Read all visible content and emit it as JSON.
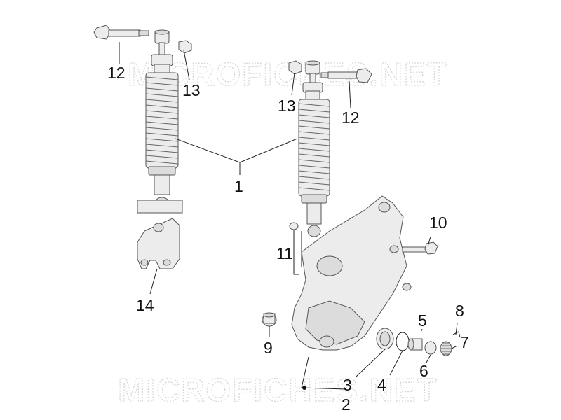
{
  "watermark": {
    "text_top": "MICROFICHES.NET",
    "text_bottom": "MICROFICHES.NET"
  },
  "callouts": [
    {
      "key": "c12a",
      "label": "12"
    },
    {
      "key": "c13a",
      "label": "13"
    },
    {
      "key": "c13b",
      "label": "13"
    },
    {
      "key": "c12b",
      "label": "12"
    },
    {
      "key": "c1",
      "label": "1"
    },
    {
      "key": "c10",
      "label": "10"
    },
    {
      "key": "c11",
      "label": "11"
    },
    {
      "key": "c14",
      "label": "14"
    },
    {
      "key": "c8",
      "label": "8"
    },
    {
      "key": "c5",
      "label": "5"
    },
    {
      "key": "c7",
      "label": "7"
    },
    {
      "key": "c9",
      "label": "9"
    },
    {
      "key": "c6",
      "label": "6"
    },
    {
      "key": "c3",
      "label": "3"
    },
    {
      "key": "c4",
      "label": "4"
    },
    {
      "key": "c2",
      "label": "2"
    }
  ]
}
